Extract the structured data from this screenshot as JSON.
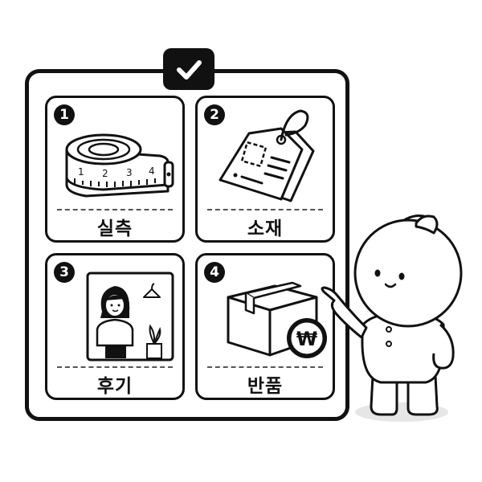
{
  "header": {
    "icon": "checkmark-icon"
  },
  "cards": [
    {
      "number": "1",
      "label": "실측",
      "icon": "measuring-tape-icon",
      "tape_ticks": [
        "1",
        "2",
        "3",
        "4"
      ]
    },
    {
      "number": "2",
      "label": "소재",
      "icon": "fabric-tag-icon"
    },
    {
      "number": "3",
      "label": "후기",
      "icon": "review-photo-icon"
    },
    {
      "number": "4",
      "label": "반품",
      "icon": "return-box-icon",
      "currency_symbol": "₩"
    }
  ],
  "character": {
    "icon": "pointing-mascot"
  },
  "colors": {
    "ink": "#111111",
    "background": "#ffffff",
    "shadow": "#e6e6e6"
  }
}
